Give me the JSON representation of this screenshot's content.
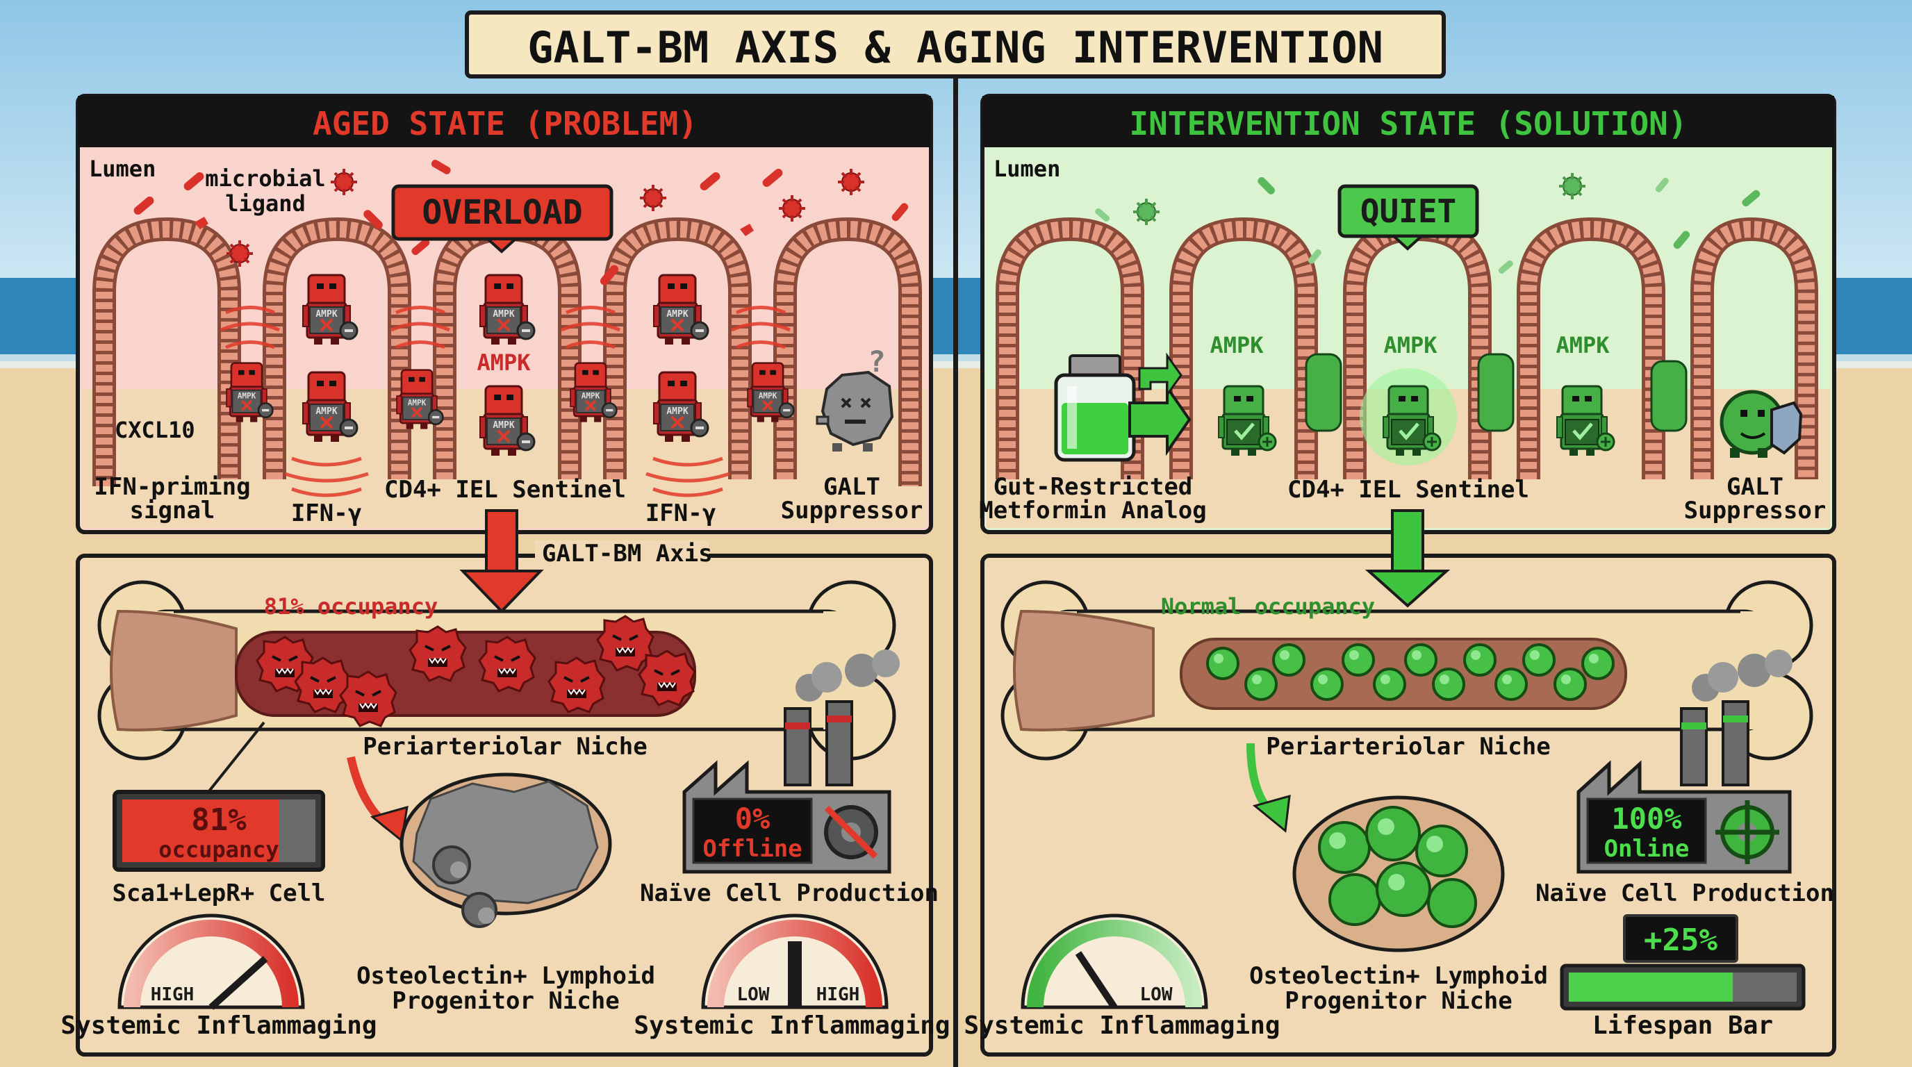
{
  "title": "GALT-BM AXIS & AGING INTERVENTION",
  "colors": {
    "aged_accent": "#e23a2a",
    "intervention_accent": "#3fc43f",
    "aged_bg": "#f8d4cc",
    "intervention_bg": "#dcf3d2",
    "sand": "#ecd3a6",
    "frame": "#1b1b1b"
  },
  "aged": {
    "header": "AGED STATE (PROBLEM)",
    "lumen": "Lumen",
    "microbial_ligand": [
      "microbial",
      "ligand"
    ],
    "callout": "OVERLOAD",
    "cxcl10": "CXCL10",
    "ampk_center": "AMPK",
    "cell_badge": "AMPK",
    "ifn_priming": [
      "IFN-priming",
      "signal"
    ],
    "ifn_gamma_left": "IFN-γ",
    "sentinel": "CD4+ IEL Sentinel",
    "ifn_gamma_right": "IFN-γ",
    "galt": [
      "GALT",
      "Suppressor"
    ],
    "axis_label": "GALT-BM Axis",
    "occupancy_label": "81% occupancy",
    "niche_label": "Periarteriolar Niche",
    "meter_value": "81%",
    "meter_text": "occupancy",
    "meter_fill": 0.81,
    "sca_label": "Sca1+LepR+ Cell",
    "factory_value": "0%",
    "factory_status": "Offline",
    "naive_label": "Naïve Cell Production",
    "progenitor": [
      "Osteolectin+ Lymphoid",
      "Progenitor Niche"
    ],
    "gauge_left_tag": "HIGH",
    "gauge_left_label": "Systemic Inflammaging",
    "gauge_right_low": "LOW",
    "gauge_right_high": "HIGH",
    "gauge_right_label": "Systemic Inflammaging",
    "question": "?"
  },
  "intervention": {
    "header": "INTERVENTION STATE (SOLUTION)",
    "lumen": "Lumen",
    "callout": "QUIET",
    "ampk_labels": [
      "AMPK",
      "AMPK",
      "AMPK"
    ],
    "drug": [
      "Gut-Restricted",
      "Metformin Analog"
    ],
    "sentinel": "CD4+ IEL Sentinel",
    "galt": [
      "GALT",
      "Suppressor"
    ],
    "occupancy_label": "Normal occupancy",
    "niche_label": "Periarteriolar Niche",
    "factory_value": "100%",
    "factory_status": "Online",
    "naive_label": "Naïve Cell Production",
    "progenitor": [
      "Osteolectin+ Lymphoid",
      "Progenitor Niche"
    ],
    "gauge_tag": "LOW",
    "gauge_label": "Systemic Inflammaging",
    "lifespan_value": "+25%",
    "lifespan_label": "Lifespan Bar",
    "lifespan_fill": 0.72
  }
}
